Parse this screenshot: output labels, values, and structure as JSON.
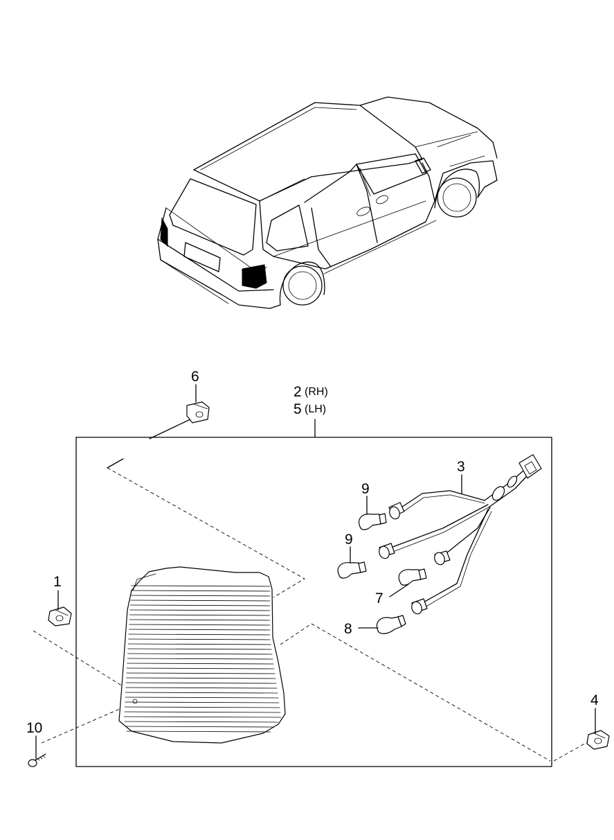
{
  "callouts": {
    "c1": "1",
    "c2": "2",
    "c2_side": "(RH)",
    "c3": "3",
    "c4": "4",
    "c5": "5",
    "c5_side": "(LH)",
    "c6": "6",
    "c7": "7",
    "c8": "8",
    "c9a": "9",
    "c9b": "9",
    "c10": "10"
  },
  "colors": {
    "line": "#000000",
    "background": "#ffffff",
    "highlight": "#000000"
  }
}
